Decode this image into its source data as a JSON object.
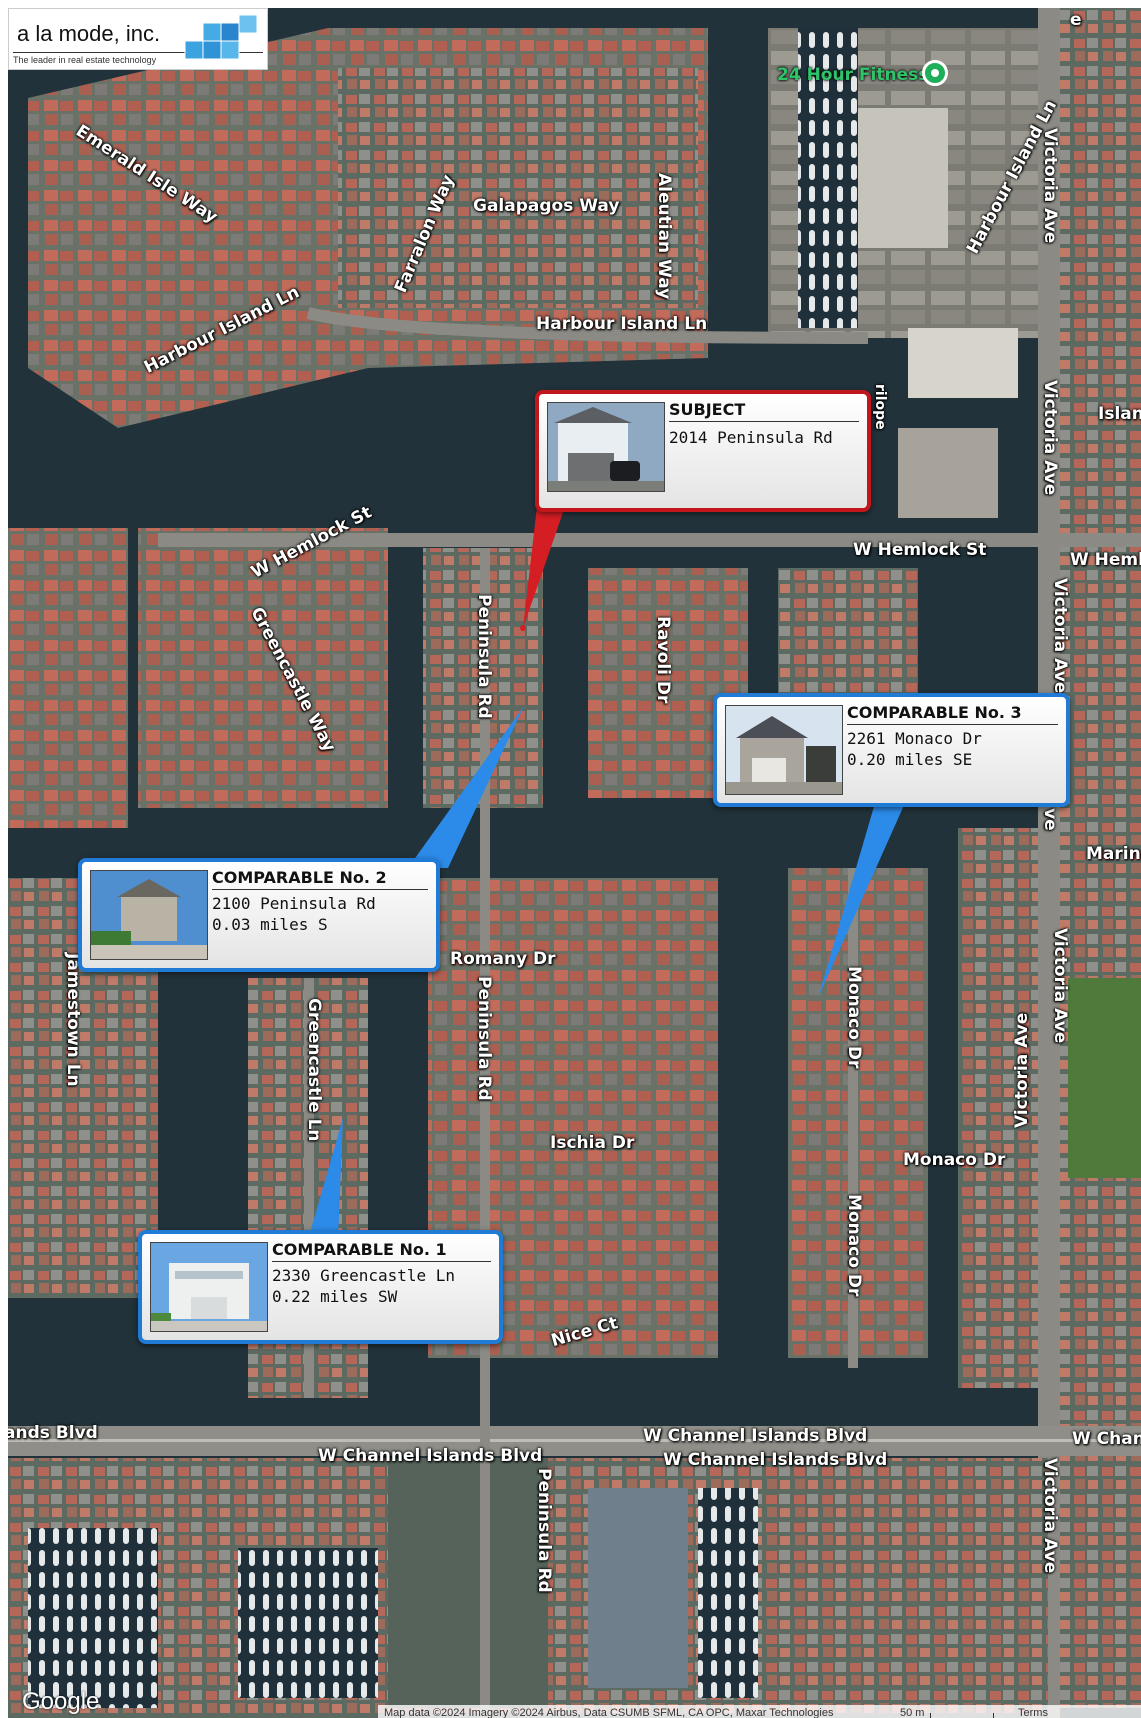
{
  "logo": {
    "name": "a la mode, inc.",
    "tagline": "The leader in real estate technology"
  },
  "subject": {
    "title": "SUBJECT",
    "address": "2014 Peninsula Rd"
  },
  "comparables": [
    {
      "title": "COMPARABLE No. 1",
      "address": "2330 Greencastle Ln",
      "distance": "0.22 miles SW"
    },
    {
      "title": "COMPARABLE No. 2",
      "address": "2100 Peninsula Rd",
      "distance": "0.03 miles S"
    },
    {
      "title": "COMPARABLE No. 3",
      "address": "2261 Monaco Dr",
      "distance": "0.20 miles SE"
    }
  ],
  "poi": {
    "name": "24 Hour Fitness"
  },
  "streets": {
    "emerald_isle": "Emerald Isle Way",
    "farralon": "Farralon Way",
    "galapagos": "Galapagos Way",
    "aleutian": "Aleutian Way",
    "harbour_island_left": "Harbour Island Ln",
    "harbour_island_mid": "Harbour Island Ln",
    "harbour_island_right": "Harbour Island Ln",
    "victoria_1": "Victoria Ave",
    "victoria_2": "Victoria Ave",
    "victoria_3": "Victoria Ave",
    "victoria_4": "Victoria Ave",
    "victoria_5": "Victoria Ave",
    "victoria_6": "Victoria Ave",
    "victoria_partial": "ve",
    "island_partial": "Island",
    "marina_partial": "Marina",
    "w_hemlock_left": "W Hemlock St",
    "w_hemlock_right": "W Hemlock St",
    "w_hemlock_edge": "W Heml",
    "greencastle_way": "Greencastle Way",
    "peninsula_1": "Peninsula Rd",
    "peninsula_2": "Peninsula Rd",
    "peninsula_3": "Peninsula Rd",
    "ravoli": "Ravoli Dr",
    "romany": "Romany Dr",
    "jamestown": "Jamestown Ln",
    "greencastle_ln": "Greencastle Ln",
    "monaco_1": "Monaco Dr",
    "monaco_2": "Monaco Dr",
    "monaco_3": "Monaco Dr",
    "ischia": "Ischia Dr",
    "nice": "Nice Ct",
    "channel_left": "ands Blvd",
    "channel_1": "W Channel Islands Blvd",
    "channel_2": "W Channel Islands Blvd",
    "channel_3": "W Channel Islands Blvd",
    "channel_edge": "W Chan",
    "top_edge": "e",
    "vertical_fragment": "rilope"
  },
  "attribution": {
    "google": "Google",
    "data": "Map data ©2024 Imagery ©2024 Airbus, Data CSUMB SFML, CA OPC, Maxar Technologies",
    "scale": "50 m",
    "terms": "Terms"
  }
}
